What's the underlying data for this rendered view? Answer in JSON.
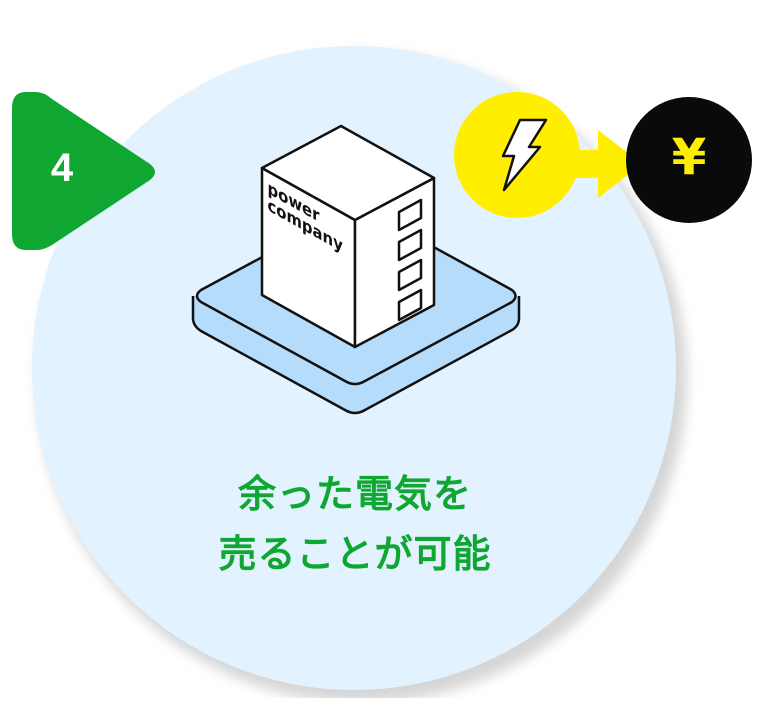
{
  "step": {
    "number": "4"
  },
  "building": {
    "label_line_1": "power",
    "label_line_2": "company",
    "window_count": 4
  },
  "flow": {
    "from_icon": "lightning-bolt-icon",
    "to_icon": "yen-icon",
    "to_symbol": "¥"
  },
  "caption": {
    "line_1": "余った電気を",
    "line_2": "売ることが可能"
  },
  "colors": {
    "circle_fill": "#e2f2fe",
    "circle_shadow": "#d6d6d6",
    "green": "#0fa631",
    "platform_fill": "#b6dcfb",
    "outline": "#111111",
    "building_fill": "#ffffff",
    "lightning_circle": "#ffee00",
    "yen_circle": "#0a0a0a",
    "yen_text": "#ffee00",
    "step_text": "#ffffff"
  }
}
